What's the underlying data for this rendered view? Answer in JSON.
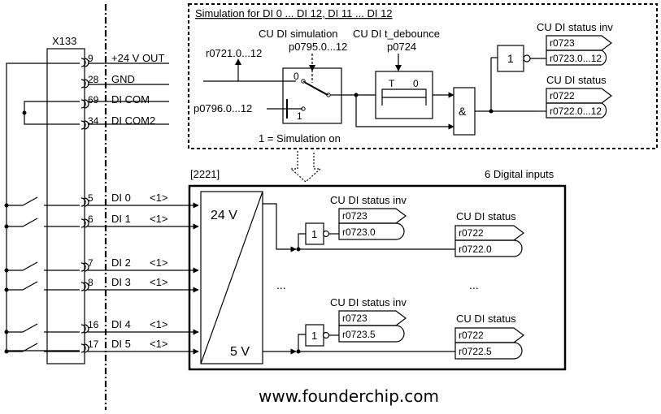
{
  "connector": {
    "name": "X133",
    "rows": [
      {
        "pin": "9",
        "label": "+24 V OUT",
        "ref": ""
      },
      {
        "pin": "28",
        "label": "GND",
        "ref": ""
      },
      {
        "pin": "69",
        "label": "DI COM",
        "ref": ""
      },
      {
        "pin": "34",
        "label": "DI COM2",
        "ref": ""
      },
      {
        "pin": "5",
        "label": "DI 0",
        "ref": "<1>"
      },
      {
        "pin": "6",
        "label": "DI 1",
        "ref": "<1>"
      },
      {
        "pin": "7",
        "label": "DI 2",
        "ref": "<1>"
      },
      {
        "pin": "8",
        "label": "DI 3",
        "ref": "<1>"
      },
      {
        "pin": "16",
        "label": "DI 4",
        "ref": "<1>"
      },
      {
        "pin": "17",
        "label": "DI 5",
        "ref": "<1>"
      }
    ]
  },
  "simulation": {
    "title": "Simulation for DI 0 ... DI 12, DI 11 ... DI 12",
    "cu_di_simulation": "CU DI simulation",
    "cu_di_t_debounce": "CU DI t_debounce",
    "p0795": "p0795.0...12",
    "p0724": "p0724",
    "r0721": "r0721.0...12",
    "p0796": "p0796.0...12",
    "switch_0": "0",
    "switch_1": "1",
    "sim_on": "1 = Simulation on",
    "timer_T": "T",
    "timer_0": "0",
    "and_gate": "&",
    "not_gate": "1",
    "status_inv_title": "CU DI status inv",
    "status_inv_param": "r0723",
    "status_inv_bits": "r0723.0...12",
    "status_title": "CU DI status",
    "status_param": "r0722",
    "status_bits": "r0722.0...12"
  },
  "main_block": {
    "ref": "[2221]",
    "title": "6 Digital inputs",
    "v24": "24 V",
    "v5": "5 V",
    "ellipsis": "...",
    "upper": {
      "not_gate": "1",
      "inv_title": "CU DI status inv",
      "inv_param": "r0723",
      "inv_bit": "r0723.0",
      "st_title": "CU DI status",
      "st_param": "r0722",
      "st_bit": "r0722.0"
    },
    "lower": {
      "not_gate": "1",
      "inv_title": "CU DI status inv",
      "inv_param": "r0723",
      "inv_bit": "r0723.5",
      "st_title": "CU DI status",
      "st_param": "r0722",
      "st_bit": "r0722.5"
    }
  },
  "watermark": "www.founderchip.com"
}
